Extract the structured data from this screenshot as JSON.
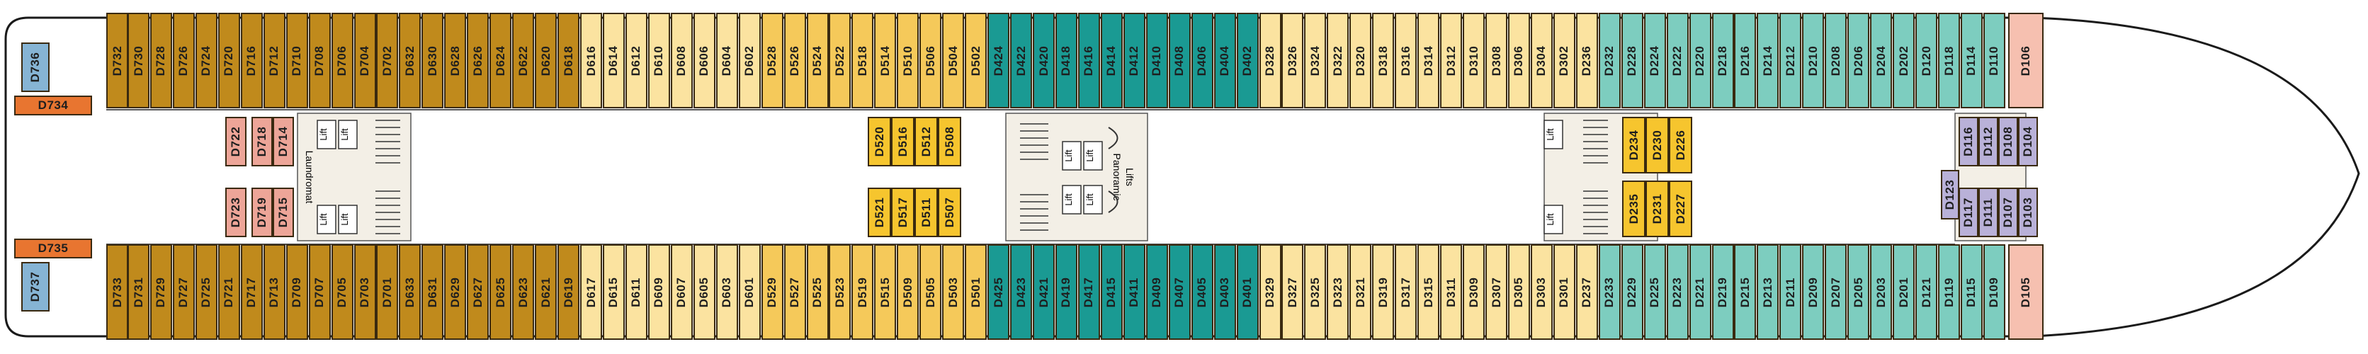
{
  "deck": {
    "lift_label": "Lift",
    "laundromat_label": "Laundromat",
    "panoramic_label": "Panoramic",
    "lifts_label": "Lifts"
  },
  "legend_colors": {
    "mini_suite": "#c08a1c",
    "balcony_yellow": "#f5c95a",
    "balcony_pale": "#fbe3a0",
    "teal": "#1a9a93",
    "seafoam": "#7dcdbf",
    "suite_pink": "#f6c0b0",
    "interior_lavender": "#b9b1d8",
    "interior_pink": "#eda598",
    "interior_yellow": "#f6c52e",
    "blue": "#86b4d4",
    "orange": "#e87530"
  },
  "cabins": {
    "top_row": [
      "D730",
      "D728",
      "D726",
      "D724",
      "D720",
      "D716",
      "D712",
      "D710",
      "D708",
      "D706",
      "D704",
      "D702",
      "D632",
      "D630",
      "D628",
      "D626",
      "D624",
      "D622",
      "D620",
      "D618",
      "D616",
      "D614",
      "D612",
      "D610",
      "D608",
      "D606",
      "D604",
      "D602",
      "D528",
      "D526",
      "D524",
      "D522",
      "D518",
      "D514",
      "D510",
      "D506",
      "D504",
      "D502",
      "D424",
      "D422",
      "D420",
      "D418",
      "D416",
      "D414",
      "D412",
      "D410",
      "D408",
      "D406",
      "D404",
      "D402",
      "D328",
      "D326",
      "D324",
      "D322",
      "D320",
      "D318",
      "D316",
      "D314",
      "D312",
      "D310",
      "D308",
      "D306",
      "D304",
      "D302",
      "D236",
      "D232",
      "D228",
      "D224",
      "D222",
      "D220",
      "D218",
      "D216",
      "D214",
      "D212",
      "D210",
      "D208",
      "D206",
      "D204",
      "D202",
      "D120",
      "D118",
      "D114",
      "D110"
    ],
    "bottom_row": [
      "D731",
      "D729",
      "D727",
      "D725",
      "D721",
      "D717",
      "D713",
      "D709",
      "D707",
      "D705",
      "D703",
      "D701",
      "D633",
      "D631",
      "D629",
      "D627",
      "D625",
      "D623",
      "D621",
      "D619",
      "D617",
      "D615",
      "D611",
      "D609",
      "D607",
      "D605",
      "D603",
      "D601",
      "D529",
      "D527",
      "D525",
      "D523",
      "D519",
      "D515",
      "D509",
      "D505",
      "D503",
      "D501",
      "D425",
      "D423",
      "D421",
      "D419",
      "D417",
      "D415",
      "D411",
      "D409",
      "D407",
      "D405",
      "D403",
      "D401",
      "D329",
      "D327",
      "D325",
      "D323",
      "D321",
      "D319",
      "D317",
      "D315",
      "D311",
      "D309",
      "D307",
      "D305",
      "D303",
      "D301",
      "D237",
      "D233",
      "D229",
      "D225",
      "D223",
      "D221",
      "D219",
      "D215",
      "D213",
      "D211",
      "D209",
      "D207",
      "D205",
      "D203",
      "D201",
      "D121",
      "D119",
      "D115",
      "D109"
    ],
    "top_end_left": "D732",
    "bottom_end_left": "D733",
    "bow_top": "D106",
    "bow_bottom": "D105",
    "stern_top": "D736",
    "stern_bottom": "D737",
    "stern_h_top": "D734",
    "stern_h_bottom": "D735",
    "interior_aft_left_top": [
      "D722"
    ],
    "interior_aft_left_top2": [
      "D718",
      "D714"
    ],
    "interior_aft_left_bot": [
      "D723"
    ],
    "interior_aft_left_bot2": [
      "D719",
      "D715"
    ],
    "interior_mid_top": [
      "D520",
      "D516",
      "D512",
      "D508"
    ],
    "interior_mid_bot": [
      "D521",
      "D517",
      "D511",
      "D507"
    ],
    "interior_fwd_top": [
      "D234",
      "D230",
      "D226"
    ],
    "interior_fwd_bot": [
      "D235",
      "D231",
      "D227"
    ],
    "interior_bow_top": [
      "D116",
      "D112",
      "D108",
      "D104"
    ],
    "interior_bow_bot": [
      "D117",
      "D111",
      "D107",
      "D103"
    ],
    "interior_bow_single": "D123"
  }
}
